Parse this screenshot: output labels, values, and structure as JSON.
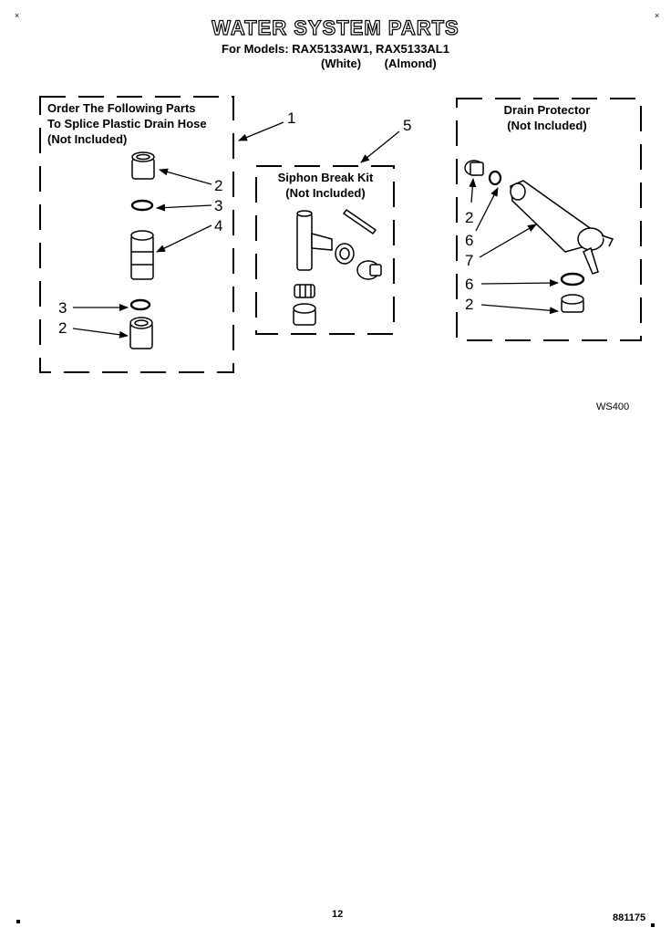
{
  "header": {
    "title": "WATER SYSTEM PARTS",
    "models": "For Models: RAX5133AW1, RAX5133AL1",
    "variants": "(White) (Almond)"
  },
  "boxes": {
    "splice": {
      "lines": [
        "Order The Following Parts",
        "To Splice Plastic Drain Hose",
        "(Not Included)"
      ]
    },
    "siphon": {
      "lines": [
        "Siphon Break Kit",
        "(Not Included)"
      ]
    },
    "drain": {
      "lines": [
        "Drain Protector",
        "(Not Included)"
      ]
    }
  },
  "callouts": {
    "c1": "1",
    "c5": "5",
    "splice": [
      "2",
      "3",
      "4",
      "3",
      "2"
    ],
    "drain": [
      "2",
      "6",
      "7",
      "6",
      "2"
    ]
  },
  "footer": {
    "figure_ref": "WS400",
    "page_number": "12",
    "doc_number": "881175"
  },
  "marks": {
    "corner": "×"
  }
}
